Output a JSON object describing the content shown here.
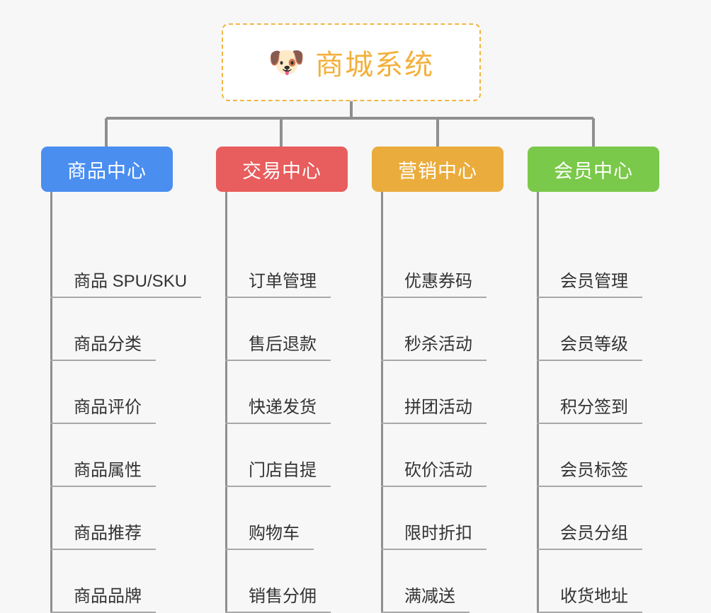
{
  "root": {
    "icon": "shiba-dog-face-icon",
    "emoji": "🐶",
    "title": "商城系统",
    "title_color": "#f2b03c",
    "border_color": "#f2b544",
    "background": "#ffffff"
  },
  "canvas": {
    "background": "#f7f7f7",
    "connector_color": "#8f8f8f",
    "underline_color": "#a8a8a8",
    "leaf_text_color": "#333333"
  },
  "columns": [
    {
      "header": "商品中心",
      "color": "#4a8ef0",
      "items": [
        "商品 SPU/SKU",
        "商品分类",
        "商品评价",
        "商品属性",
        "商品推荐",
        "商品品牌"
      ]
    },
    {
      "header": "交易中心",
      "color": "#e85d5d",
      "items": [
        "订单管理",
        "售后退款",
        "快递发货",
        "门店自提",
        "购物车",
        "销售分佣"
      ]
    },
    {
      "header": "营销中心",
      "color": "#eaac3c",
      "items": [
        "优惠券码",
        "秒杀活动",
        "拼团活动",
        "砍价活动",
        "限时折扣",
        "满减送"
      ]
    },
    {
      "header": "会员中心",
      "color": "#7ac94a",
      "items": [
        "会员管理",
        "会员等级",
        "积分签到",
        "会员标签",
        "会员分组",
        "收货地址"
      ]
    }
  ]
}
